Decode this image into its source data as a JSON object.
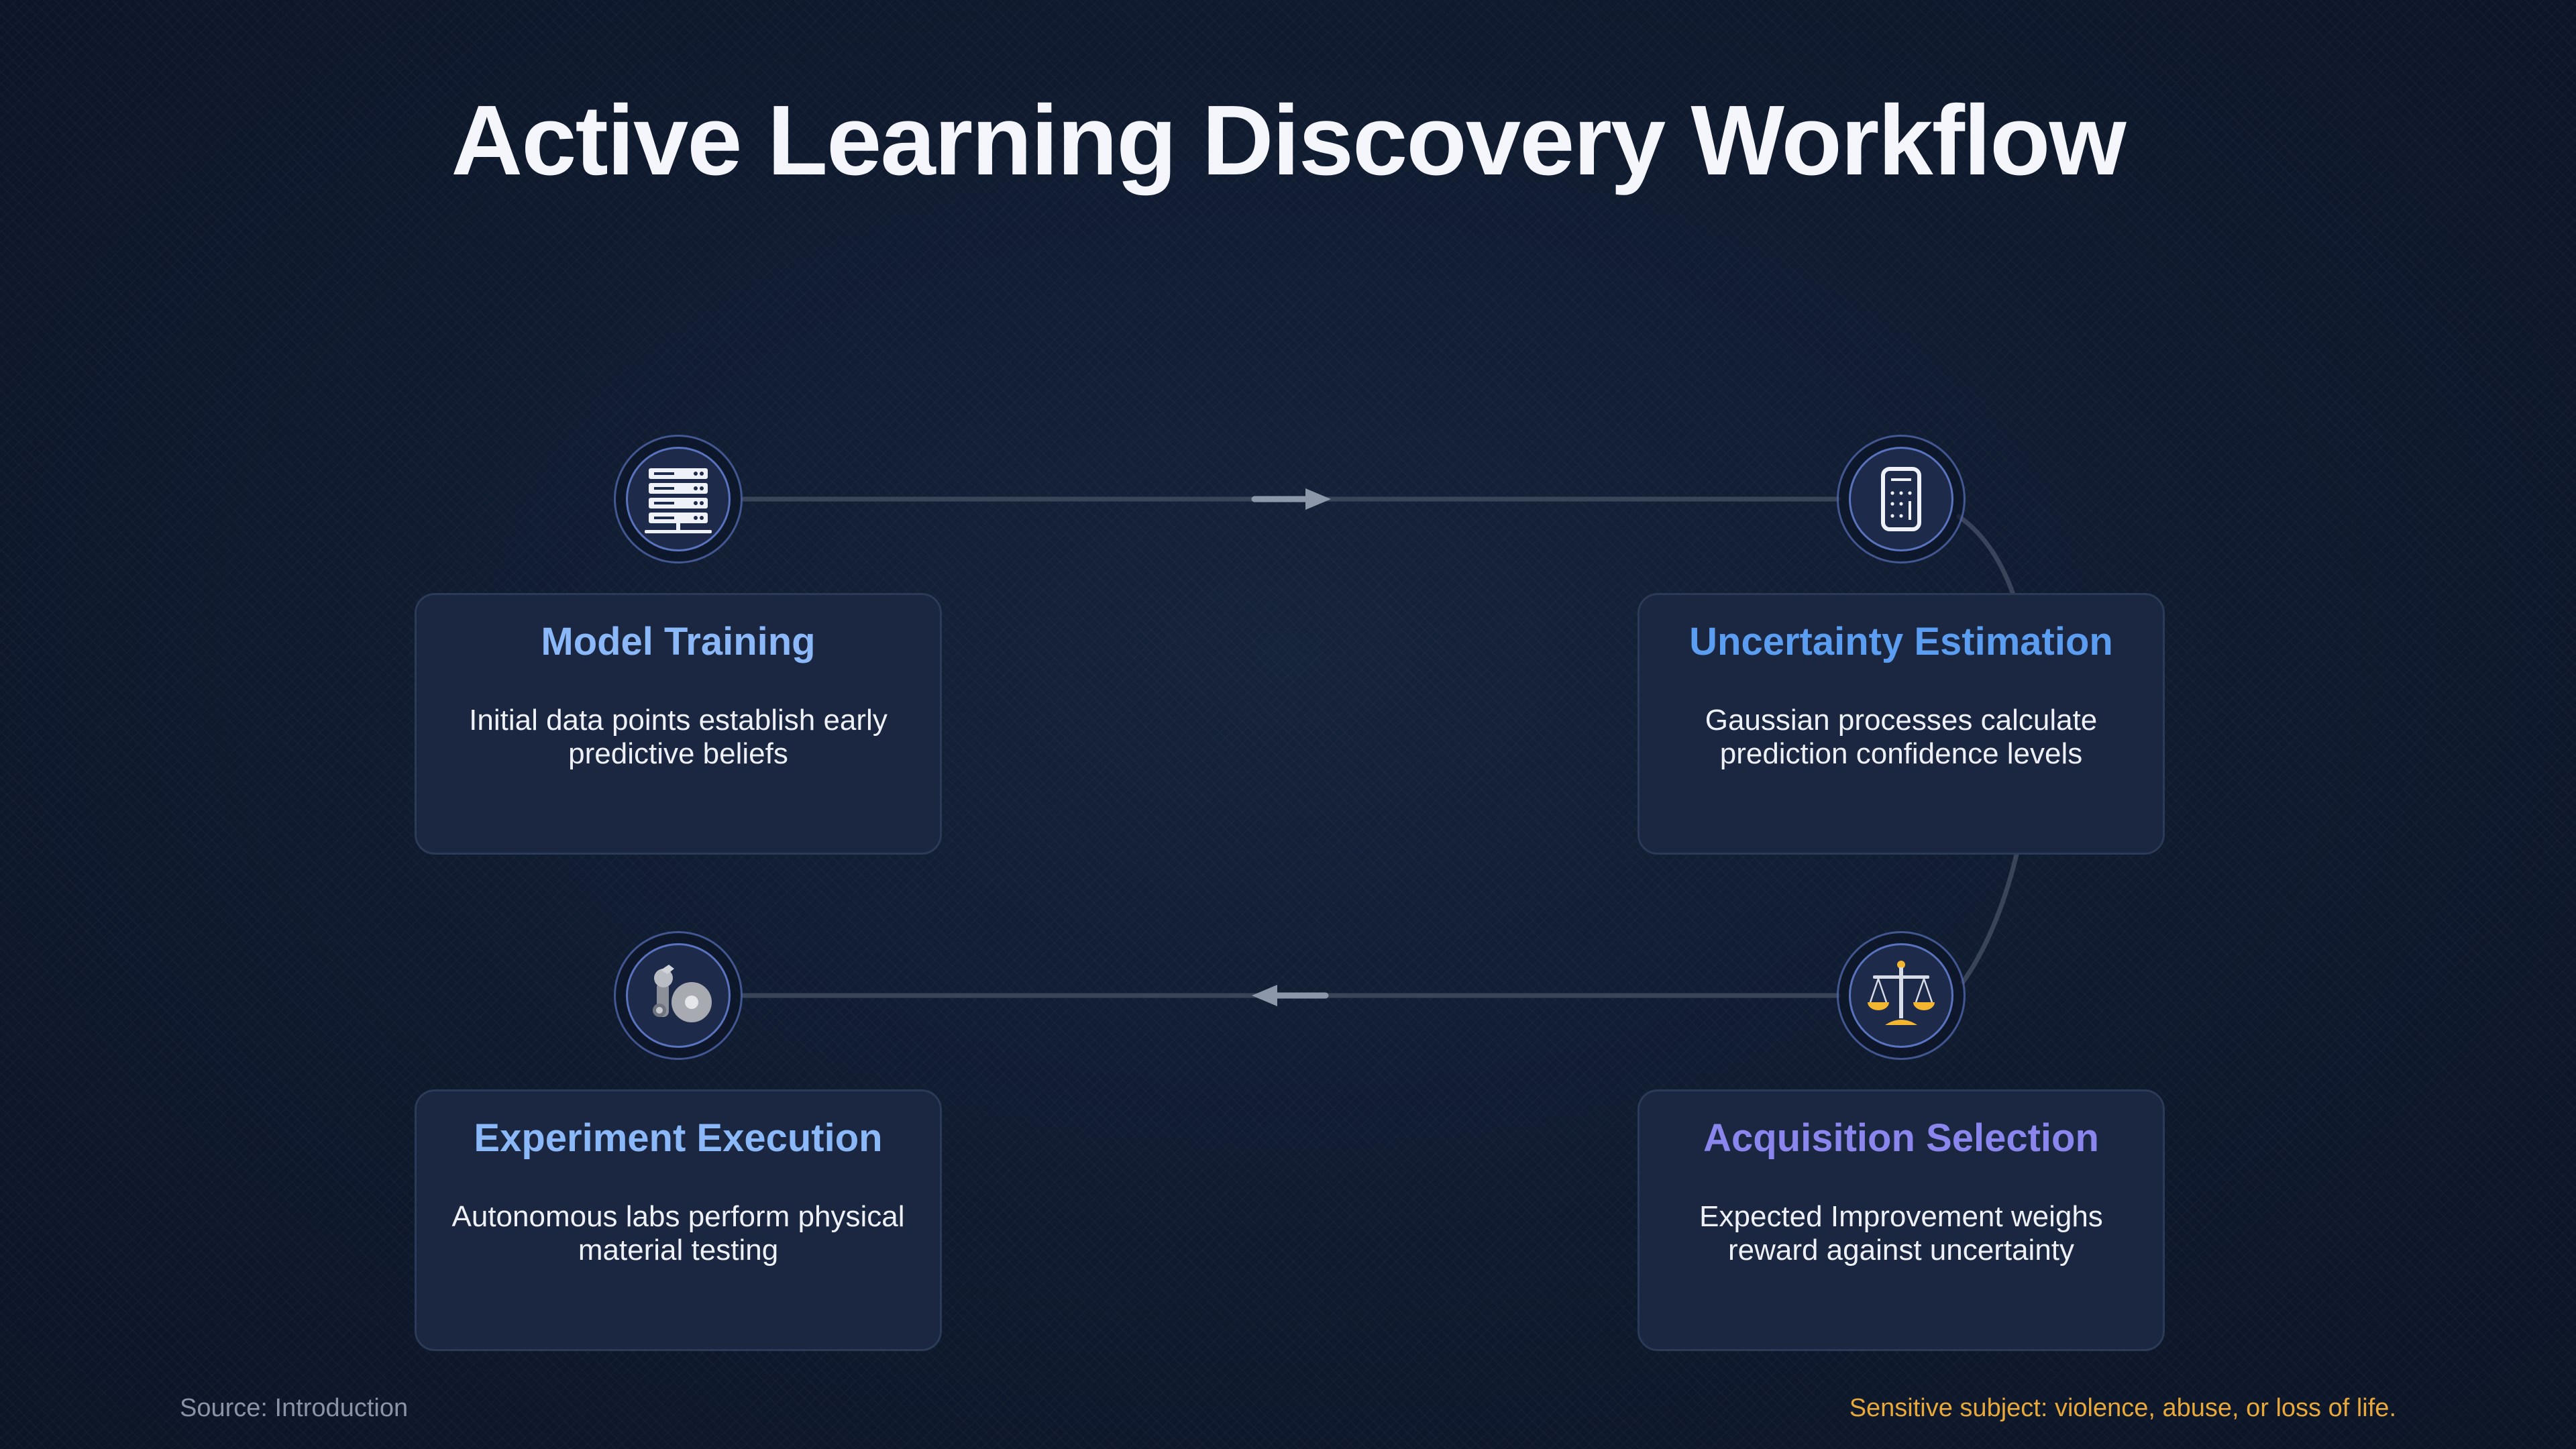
{
  "title": "Active Learning Discovery Workflow",
  "colors": {
    "accent_blue": "#8ab8f8",
    "accent_mid_blue": "#5b9df0",
    "accent_purple": "#8b86ee",
    "connector": "#3a4458",
    "arrow": "#8d97aa",
    "footer_warning": "#e9a93a"
  },
  "steps": [
    {
      "title": "Model Training",
      "description": "Initial data points establish early predictive beliefs",
      "icon": "server-rack-icon",
      "title_color": "#8ab8f8"
    },
    {
      "title": "Uncertainty Estimation",
      "description": "Gaussian processes calculate prediction confidence levels",
      "icon": "calculator-icon",
      "title_color": "#5b9df0"
    },
    {
      "title": "Acquisition Selection",
      "description": "Expected Improvement weighs reward against uncertainty",
      "icon": "balance-scale-icon",
      "title_color": "#8b86ee"
    },
    {
      "title": "Experiment Execution",
      "description": "Autonomous labs perform physical material testing",
      "icon": "robot-arm-icon",
      "title_color": "#8ab8f8"
    }
  ],
  "footer": {
    "source": "Source: Introduction",
    "warning": "Sensitive subject: violence, abuse, or loss of life."
  }
}
